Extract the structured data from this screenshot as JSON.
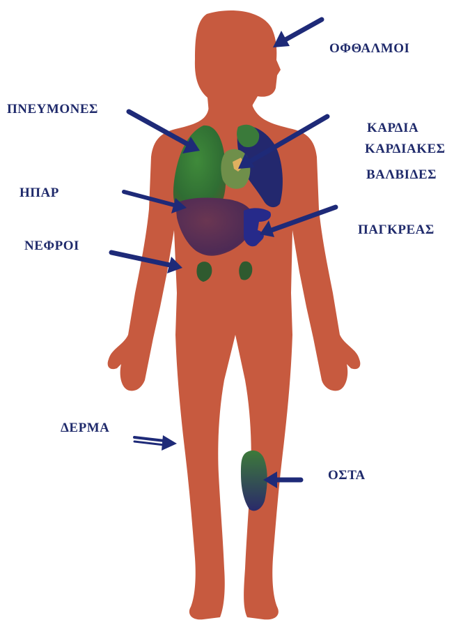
{
  "labels": {
    "eyes": "ΟΦΘΑΛΜΟΙ",
    "lungs": "ΠΝΕΥΜΟΝΕΣ",
    "heart": "ΚΑΡΔΙΑ",
    "valves_line1": "ΚΑΡΔΙΑΚΕΣ",
    "valves_line2": "ΒΑΛΒΙΔΕΣ",
    "liver": "ΗΠΑΡ",
    "pancreas": "ΠΑΓΚΡΕΑΣ",
    "kidneys": "ΝΕΦΡΟΙ",
    "skin": "ΔΕΡΜΑ",
    "bones": "ΟΣΤΑ"
  },
  "colors": {
    "body": "#c75a3f",
    "label": "#1f2a6b",
    "arrow": "#1e2a78",
    "lung": "#3a7a3a",
    "liver": "#5a2f4f",
    "pancreas": "#262a8a",
    "kidney": "#2a5a2a",
    "bone": "#2a4a2a"
  }
}
